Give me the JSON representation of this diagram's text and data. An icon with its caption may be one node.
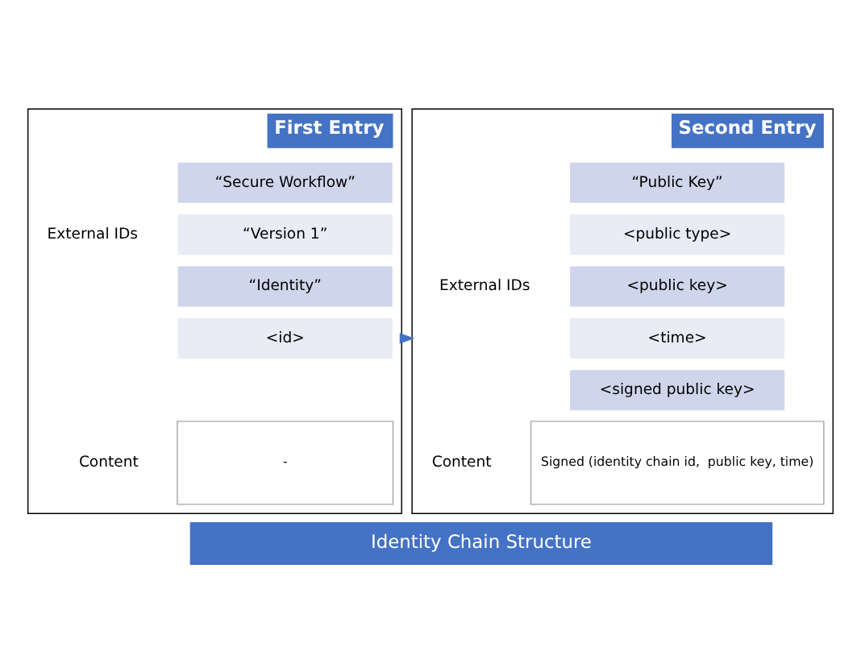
{
  "diagram": {
    "nodes": [
      {
        "text": [
          "First Entry"
        ]
      },
      {
        "text": [
          "“Secure Workflow”"
        ],
        "in": 0
      },
      {
        "text": [
          "“Version 1”"
        ],
        "in": 0
      },
      {
        "text": [
          "“Identity”"
        ],
        "in": 0
      },
      {
        "text": [
          "<id>"
        ],
        "in": 0
      },
      {
        "text": [
          "-"
        ],
        "in": 0,
        "beside": [
          "Content"
        ]
      },
      {
        "text": [
          "Second Entry"
        ]
      },
      {
        "text": [
          "“Public Key”"
        ],
        "in": 6
      },
      {
        "text": [
          "<public type>"
        ],
        "in": 6
      },
      {
        "text": [
          "<public key>"
        ],
        "in": 6
      },
      {
        "text": [
          "<time>"
        ],
        "in": 6
      },
      {
        "text": [
          "<signed public key>"
        ],
        "in": 6
      },
      {
        "text": [
          "Signed (identity chain id,  public key, time)"
        ],
        "in": 6,
        "beside": [
          "Content"
        ]
      },
      {
        "text": [
          "Identity Chain Structure"
        ]
      }
    ],
    "edges": [
      {
        "from": 0,
        "to": 6,
        "arrow": "to"
      }
    ],
    "labels": [
      "External IDs",
      "External IDs"
    ]
  }
}
